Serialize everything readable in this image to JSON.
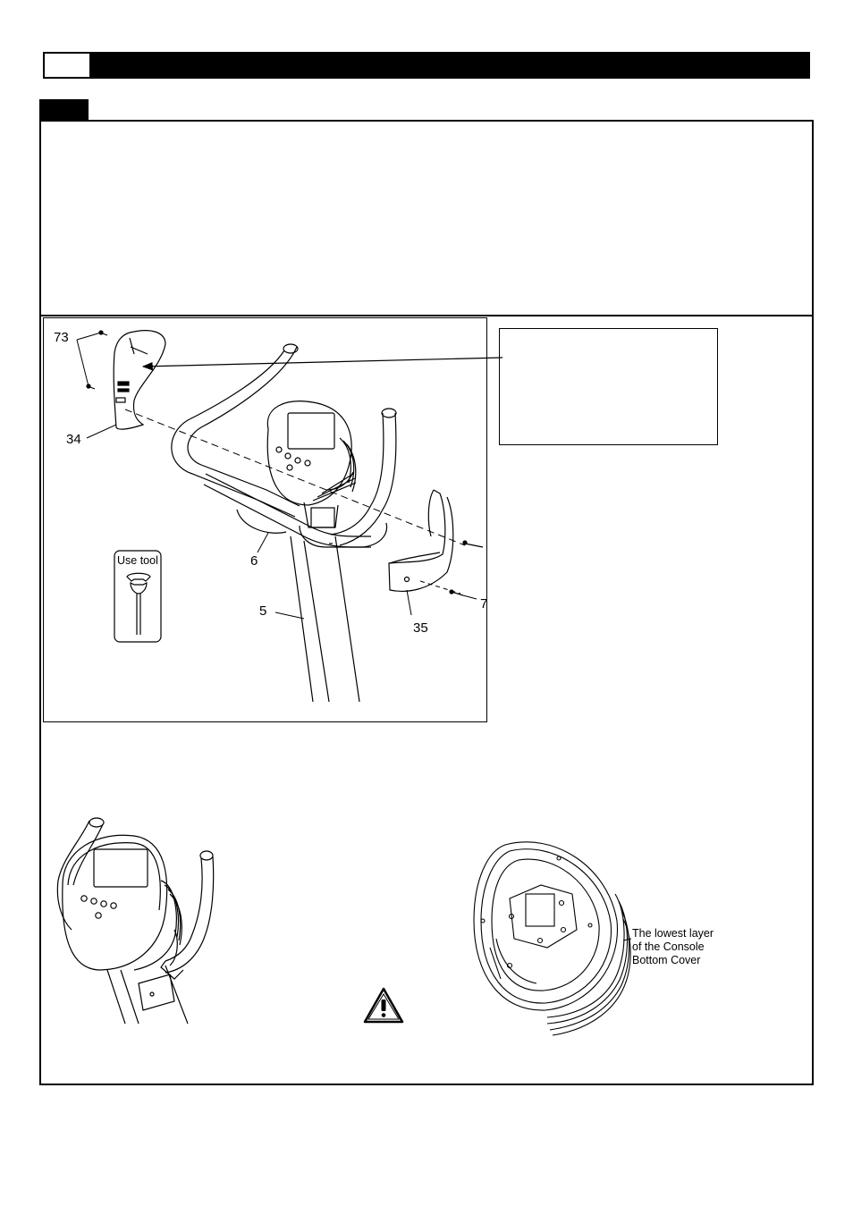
{
  "callouts": {
    "screw_top": "73",
    "cover_left": "34",
    "console_bracket": "6",
    "upright_post": "5",
    "cover_right": "35",
    "screw_right": "7"
  },
  "tool_tag": {
    "label": "Use tool"
  },
  "console_bottom_label": {
    "line1": "The lowest layer",
    "line2": "of the Console",
    "line3": "Bottom Cover"
  }
}
